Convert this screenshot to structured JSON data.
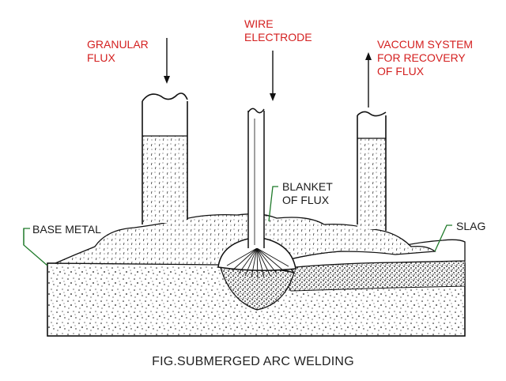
{
  "diagram": {
    "labels": {
      "granular_flux": "GRANULAR\nFLUX",
      "wire_electrode": "WIRE\nELECTRODE",
      "vacuum_system": "VACCUM SYSTEM\nFOR RECOVERY\nOF FLUX",
      "blanket_of_flux": "BLANKET\nOF FLUX",
      "base_metal": "BASE METAL",
      "slag": "SLAG"
    },
    "caption": "FIG.SUBMERGED ARC WELDING"
  },
  "colors": {
    "line": "#111111",
    "label_red": "#d42020",
    "leader_green": "#1f7a2a",
    "background": "#ffffff"
  }
}
